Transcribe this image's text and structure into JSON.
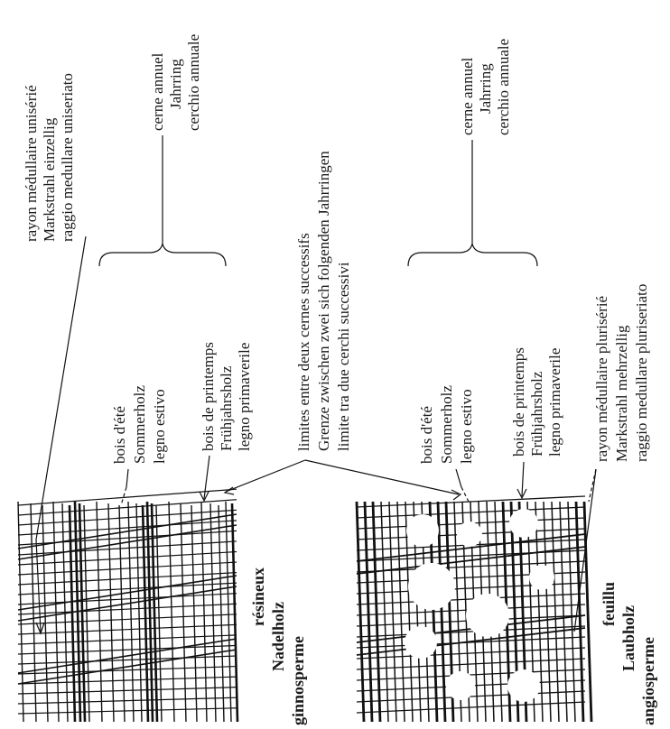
{
  "diagram": {
    "brace_shared_label": {
      "limits": [
        "limites entre deux cernes successifs",
        "Grenze zwischen zwei sich folgenden Jahrringen",
        "limite tra due cerchi successivi"
      ]
    },
    "softwood": {
      "rays": [
        "rayon médullaire unisérié",
        "Markstrahl einzellig",
        "raggio medullare uniseriato"
      ],
      "ring": [
        "cerne annuel",
        "Jahrring",
        "cerchio annuale"
      ],
      "latewood": [
        "bois d'été",
        "Sommerholz",
        "legno estivo"
      ],
      "earlywood": [
        "bois de printemps",
        "Frühjahrsholz",
        "legno primaverile"
      ],
      "name": [
        "résineux",
        "Nadelholz",
        "ginnosperme"
      ]
    },
    "hardwood": {
      "ring": [
        "cerne annuel",
        "Jahrring",
        "cerchio annuale"
      ],
      "latewood": [
        "bois d'été",
        "Sommerholz",
        "legno estivo"
      ],
      "earlywood": [
        "bois de printemps",
        "Frühjahrsholz",
        "legno primaverile"
      ],
      "rays": [
        "rayon médullaire plurisérié",
        "Markstrahl mehrzellig",
        "raggio medullare pluriseriato"
      ],
      "name": [
        "feuillu",
        "Laubholz",
        "angiosperme"
      ]
    }
  }
}
